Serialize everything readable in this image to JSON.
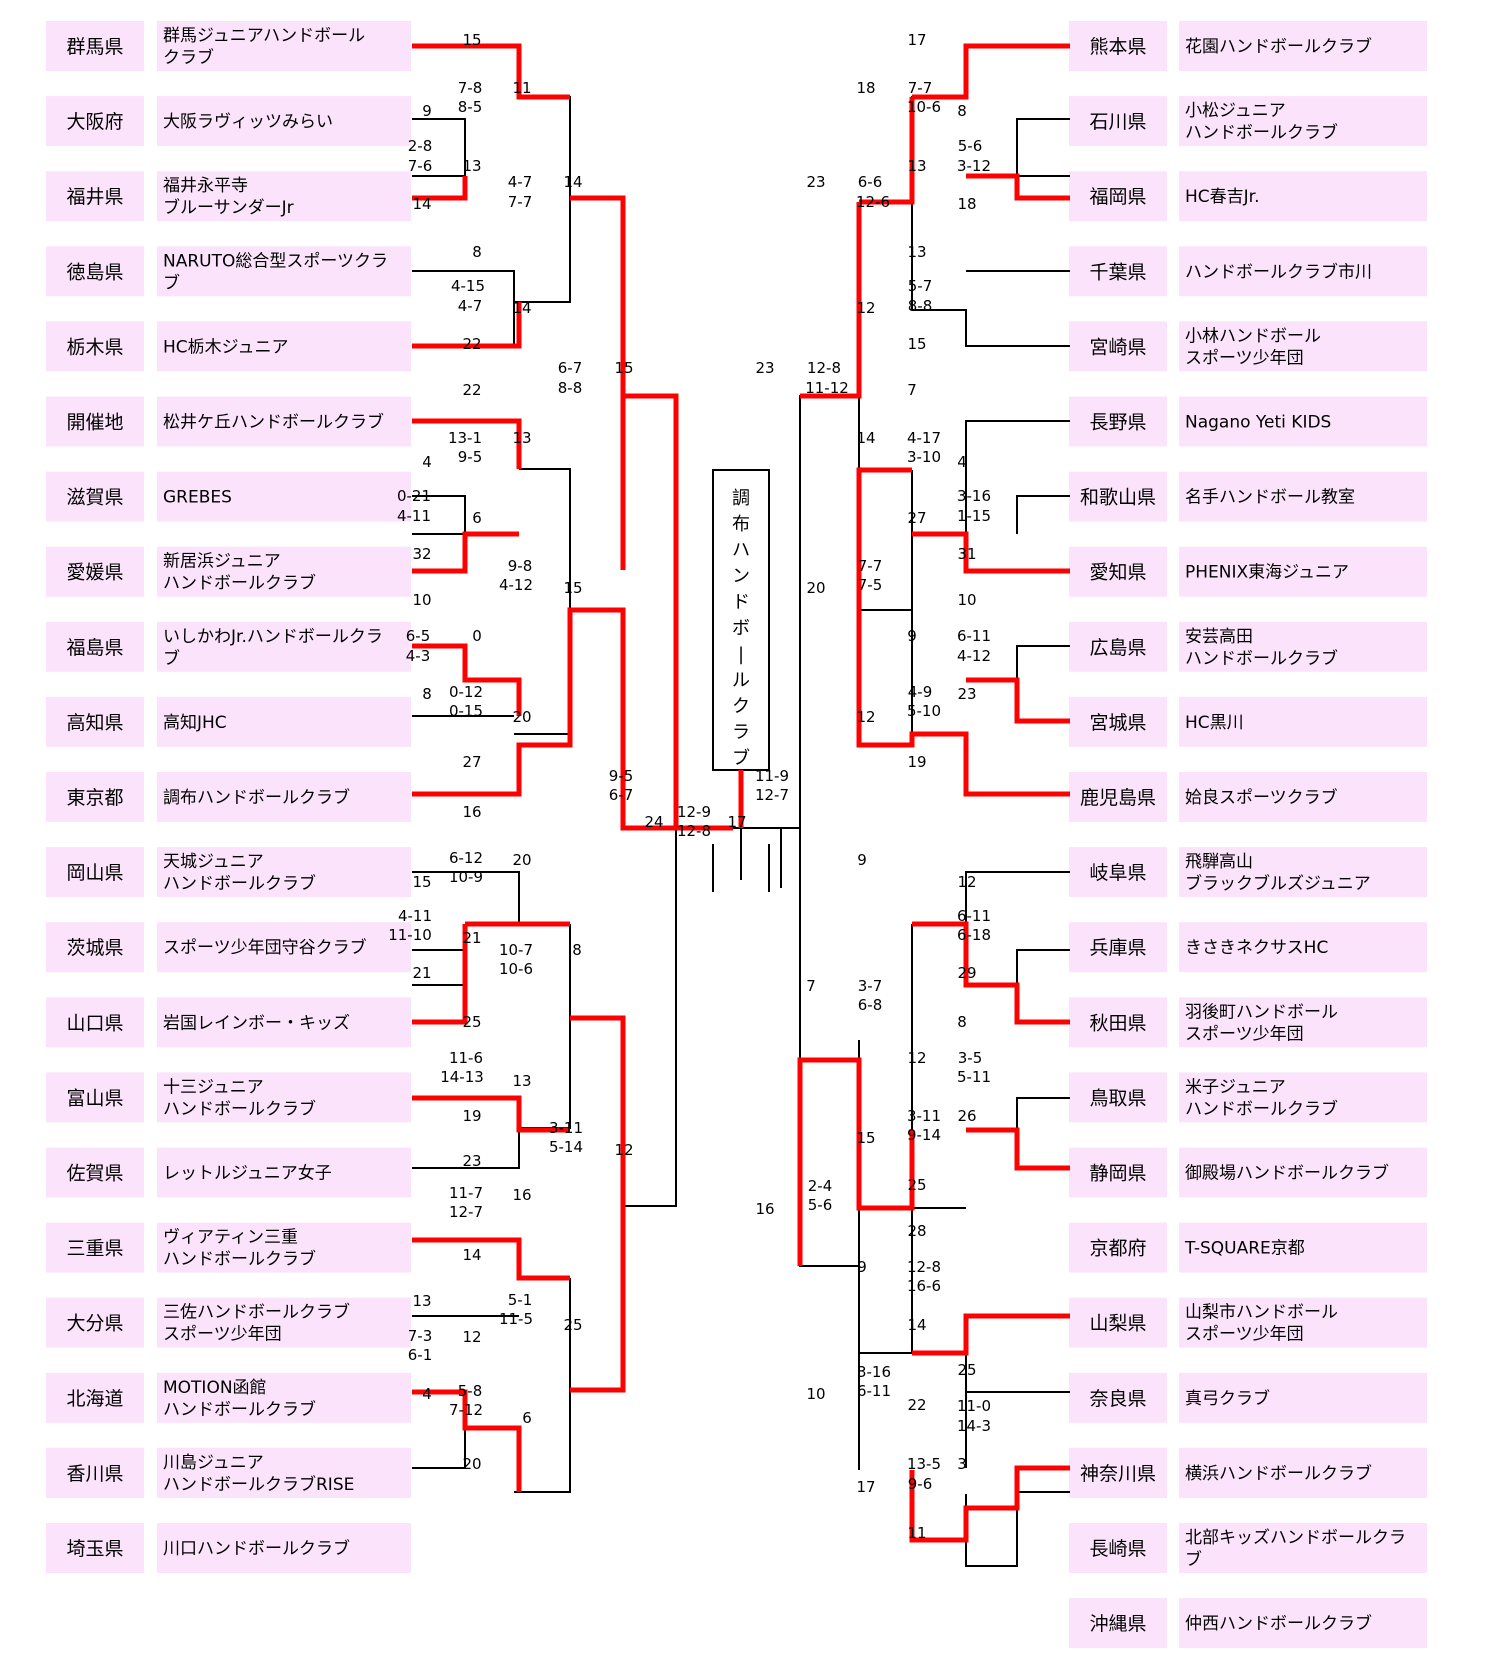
{
  "colors": {
    "box_fill": "#fbe4fb",
    "line": "#000000",
    "winner": "#ff0000"
  },
  "champion": "調布ハンドボールクラブ",
  "teams_left": [
    {
      "pref": "群馬県",
      "club": [
        "群馬ジュニアハンドボール",
        "クラブ"
      ]
    },
    {
      "pref": "大阪府",
      "club": [
        "大阪ラヴィッツみらい"
      ]
    },
    {
      "pref": "福井県",
      "club": [
        "福井永平寺",
        "ブルーサンダーJr"
      ]
    },
    {
      "pref": "徳島県",
      "club": [
        "NARUTO総合型スポーツクラ",
        "ブ"
      ]
    },
    {
      "pref": "栃木県",
      "club": [
        "HC栃木ジュニア"
      ]
    },
    {
      "pref": "開催地",
      "club": [
        "松井ケ丘ハンドボールクラブ"
      ]
    },
    {
      "pref": "滋賀県",
      "club": [
        "GREBES"
      ]
    },
    {
      "pref": "愛媛県",
      "club": [
        "新居浜ジュニア",
        "ハンドボールクラブ"
      ]
    },
    {
      "pref": "福島県",
      "club": [
        "いしかわJr.ハンドボールクラ",
        "ブ"
      ]
    },
    {
      "pref": "高知県",
      "club": [
        "高知JHC"
      ]
    },
    {
      "pref": "東京都",
      "club": [
        "調布ハンドボールクラブ"
      ]
    },
    {
      "pref": "岡山県",
      "club": [
        "天城ジュニア",
        "ハンドボールクラブ"
      ]
    },
    {
      "pref": "茨城県",
      "club": [
        "スポーツ少年団守谷クラブ"
      ]
    },
    {
      "pref": "山口県",
      "club": [
        "岩国レインボー・キッズ"
      ]
    },
    {
      "pref": "富山県",
      "club": [
        "十三ジュニア",
        "ハンドボールクラブ"
      ]
    },
    {
      "pref": "佐賀県",
      "club": [
        "レットルジュニア女子"
      ]
    },
    {
      "pref": "三重県",
      "club": [
        "ヴィアティン三重",
        "ハンドボールクラブ"
      ]
    },
    {
      "pref": "大分県",
      "club": [
        "三佐ハンドボールクラブ",
        "スポーツ少年団"
      ]
    },
    {
      "pref": "北海道",
      "club": [
        "MOTION函館",
        "ハンドボールクラブ"
      ]
    },
    {
      "pref": "香川県",
      "club": [
        "川島ジュニア",
        "ハンドボールクラブRISE"
      ]
    },
    {
      "pref": "埼玉県",
      "club": [
        "川口ハンドボールクラブ"
      ]
    }
  ],
  "teams_right": [
    {
      "pref": "熊本県",
      "club": [
        "花園ハンドボールクラブ"
      ]
    },
    {
      "pref": "石川県",
      "club": [
        "小松ジュニア",
        "ハンドボールクラブ"
      ]
    },
    {
      "pref": "福岡県",
      "club": [
        "HC春吉Jr."
      ]
    },
    {
      "pref": "千葉県",
      "club": [
        "ハンドボールクラブ市川"
      ]
    },
    {
      "pref": "宮崎県",
      "club": [
        "小林ハンドボール",
        "スポーツ少年団"
      ]
    },
    {
      "pref": "長野県",
      "club": [
        "Nagano Yeti KIDS"
      ]
    },
    {
      "pref": "和歌山県",
      "club": [
        "名手ハンドボール教室"
      ]
    },
    {
      "pref": "愛知県",
      "club": [
        "PHENIX東海ジュニア"
      ]
    },
    {
      "pref": "広島県",
      "club": [
        "安芸高田",
        "ハンドボールクラブ"
      ]
    },
    {
      "pref": "宮城県",
      "club": [
        "HC黒川"
      ]
    },
    {
      "pref": "鹿児島県",
      "club": [
        "姶良スポーツクラブ"
      ]
    },
    {
      "pref": "岐阜県",
      "club": [
        "飛騨高山",
        "ブラックブルズジュニア"
      ]
    },
    {
      "pref": "兵庫県",
      "club": [
        "きさきネクサスHC"
      ]
    },
    {
      "pref": "秋田県",
      "club": [
        "羽後町ハンドボール",
        "スポーツ少年団"
      ]
    },
    {
      "pref": "鳥取県",
      "club": [
        "米子ジュニア",
        "ハンドボールクラブ"
      ]
    },
    {
      "pref": "静岡県",
      "club": [
        "御殿場ハンドボールクラブ"
      ]
    },
    {
      "pref": "京都府",
      "club": [
        "T-SQUARE京都"
      ]
    },
    {
      "pref": "山梨県",
      "club": [
        "山梨市ハンドボール",
        "スポーツ少年団"
      ]
    },
    {
      "pref": "奈良県",
      "club": [
        "真弓クラブ"
      ]
    },
    {
      "pref": "神奈川県",
      "club": [
        "横浜ハンドボールクラブ"
      ]
    },
    {
      "pref": "長崎県",
      "club": [
        "北部キッズハンドボールクラ",
        "ブ"
      ]
    },
    {
      "pref": "沖縄県",
      "club": [
        "仲西ハンドボールクラブ"
      ]
    }
  ],
  "score_labels": [
    [
      "15",
      472,
      40
    ],
    [
      "11",
      522,
      88
    ],
    [
      "9",
      427,
      111
    ],
    [
      "13",
      472,
      166
    ],
    [
      "14",
      422,
      204
    ],
    [
      "7-8",
      470,
      88
    ],
    [
      "8-5",
      470,
      107
    ],
    [
      "2-8",
      420,
      146
    ],
    [
      "7-6",
      420,
      166
    ],
    [
      "4-7",
      520,
      182
    ],
    [
      "7-7",
      520,
      202
    ],
    [
      "14",
      573,
      182
    ],
    [
      "8",
      477,
      252
    ],
    [
      "4-15",
      468,
      286
    ],
    [
      "4-7",
      470,
      306
    ],
    [
      "14",
      522,
      308
    ],
    [
      "22",
      472,
      344
    ],
    [
      "6-7",
      570,
      368
    ],
    [
      "8-8",
      570,
      388
    ],
    [
      "15",
      624,
      368
    ],
    [
      "22",
      472,
      390
    ],
    [
      "13",
      522,
      438
    ],
    [
      "13-1",
      465,
      438
    ],
    [
      "9-5",
      470,
      457
    ],
    [
      "4",
      427,
      462
    ],
    [
      "0-21",
      414,
      496
    ],
    [
      "4-11",
      414,
      516
    ],
    [
      "6",
      477,
      518
    ],
    [
      "32",
      422,
      554
    ],
    [
      "9-8",
      520,
      566
    ],
    [
      "4-12",
      516,
      585
    ],
    [
      "15",
      573,
      588
    ],
    [
      "10",
      422,
      600
    ],
    [
      "0",
      477,
      636
    ],
    [
      "6-5",
      418,
      636
    ],
    [
      "4-3",
      418,
      656
    ],
    [
      "8",
      427,
      694
    ],
    [
      "0-12",
      466,
      692
    ],
    [
      "0-15",
      466,
      711
    ],
    [
      "20",
      522,
      717
    ],
    [
      "27",
      472,
      762
    ],
    [
      "9-5",
      621,
      776
    ],
    [
      "6-7",
      621,
      795
    ],
    [
      "24",
      654,
      822
    ],
    [
      "12-9",
      694,
      812
    ],
    [
      "12-8",
      694,
      831
    ],
    [
      "17",
      737,
      822
    ],
    [
      "11-9",
      772,
      776
    ],
    [
      "12-7",
      772,
      795
    ],
    [
      "16",
      472,
      812
    ],
    [
      "20",
      522,
      860
    ],
    [
      "6-12",
      466,
      858
    ],
    [
      "10-9",
      466,
      877
    ],
    [
      "15",
      422,
      882
    ],
    [
      "4-11",
      415,
      916
    ],
    [
      "11-10",
      410,
      935
    ],
    [
      "21",
      472,
      938
    ],
    [
      "21",
      422,
      973
    ],
    [
      "10-7",
      516,
      950
    ],
    [
      "10-6",
      516,
      969
    ],
    [
      "8",
      577,
      950
    ],
    [
      "25",
      472,
      1022
    ],
    [
      "11-6",
      466,
      1058
    ],
    [
      "14-13",
      462,
      1077
    ],
    [
      "13",
      522,
      1081
    ],
    [
      "19",
      472,
      1116
    ],
    [
      "3-11",
      566,
      1128
    ],
    [
      "5-14",
      566,
      1147
    ],
    [
      "12",
      624,
      1150
    ],
    [
      "23",
      472,
      1161
    ],
    [
      "16",
      522,
      1195
    ],
    [
      "11-7",
      466,
      1193
    ],
    [
      "12-7",
      466,
      1212
    ],
    [
      "14",
      472,
      1255
    ],
    [
      "5-1",
      520,
      1300
    ],
    [
      "11-5",
      516,
      1319
    ],
    [
      "25",
      573,
      1325
    ],
    [
      "13",
      422,
      1301
    ],
    [
      "12",
      472,
      1337
    ],
    [
      "7-3",
      420,
      1336
    ],
    [
      "6-1",
      420,
      1355
    ],
    [
      "4",
      427,
      1394
    ],
    [
      "5-8",
      470,
      1391
    ],
    [
      "7-12",
      466,
      1410
    ],
    [
      "6",
      527,
      1418
    ],
    [
      "20",
      472,
      1464
    ],
    [
      "17",
      917,
      40
    ],
    [
      "18",
      866,
      88
    ],
    [
      "7-7",
      920,
      88
    ],
    [
      "10-6",
      924,
      107
    ],
    [
      "8",
      962,
      111
    ],
    [
      "5-6",
      970,
      146
    ],
    [
      "3-12",
      974,
      166
    ],
    [
      "13",
      917,
      166
    ],
    [
      "18",
      967,
      204
    ],
    [
      "23",
      816,
      182
    ],
    [
      "6-6",
      870,
      182
    ],
    [
      "12-6",
      873,
      202
    ],
    [
      "13",
      917,
      252
    ],
    [
      "5-7",
      920,
      286
    ],
    [
      "8-8",
      920,
      306
    ],
    [
      "12",
      866,
      308
    ],
    [
      "15",
      917,
      344
    ],
    [
      "23",
      765,
      368
    ],
    [
      "12-8",
      824,
      368
    ],
    [
      "11-12",
      827,
      388
    ],
    [
      "7",
      912,
      390
    ],
    [
      "14",
      866,
      438
    ],
    [
      "4-17",
      924,
      438
    ],
    [
      "3-10",
      924,
      457
    ],
    [
      "4",
      962,
      462
    ],
    [
      "3-16",
      974,
      496
    ],
    [
      "1-15",
      974,
      516
    ],
    [
      "27",
      917,
      518
    ],
    [
      "31",
      967,
      554
    ],
    [
      "7-7",
      870,
      566
    ],
    [
      "7-5",
      870,
      585
    ],
    [
      "20",
      816,
      588
    ],
    [
      "10",
      967,
      600
    ],
    [
      "9",
      912,
      636
    ],
    [
      "6-11",
      974,
      636
    ],
    [
      "4-12",
      974,
      656
    ],
    [
      "23",
      967,
      694
    ],
    [
      "4-9",
      920,
      692
    ],
    [
      "5-10",
      924,
      711
    ],
    [
      "12",
      866,
      717
    ],
    [
      "19",
      917,
      762
    ],
    [
      "9",
      862,
      860
    ],
    [
      "12",
      967,
      882
    ],
    [
      "6-11",
      974,
      916
    ],
    [
      "6-18",
      974,
      935
    ],
    [
      "29",
      967,
      973
    ],
    [
      "7",
      811,
      986
    ],
    [
      "3-7",
      870,
      986
    ],
    [
      "6-8",
      870,
      1005
    ],
    [
      "8",
      962,
      1022
    ],
    [
      "3-5",
      970,
      1058
    ],
    [
      "5-11",
      974,
      1077
    ],
    [
      "12",
      917,
      1058
    ],
    [
      "26",
      967,
      1116
    ],
    [
      "3-11",
      924,
      1116
    ],
    [
      "9-14",
      924,
      1135
    ],
    [
      "15",
      866,
      1138
    ],
    [
      "25",
      917,
      1185
    ],
    [
      "2-4",
      820,
      1186
    ],
    [
      "5-6",
      820,
      1205
    ],
    [
      "16",
      765,
      1209
    ],
    [
      "28",
      917,
      1231
    ],
    [
      "9",
      862,
      1267
    ],
    [
      "12-8",
      924,
      1267
    ],
    [
      "16-6",
      924,
      1286
    ],
    [
      "14",
      917,
      1325
    ],
    [
      "3-16",
      874,
      1372
    ],
    [
      "6-11",
      874,
      1391
    ],
    [
      "10",
      816,
      1394
    ],
    [
      "25",
      967,
      1370
    ],
    [
      "11-0",
      974,
      1406
    ],
    [
      "14-3",
      974,
      1426
    ],
    [
      "22",
      917,
      1405
    ],
    [
      "3",
      962,
      1464
    ],
    [
      "13-5",
      924,
      1464
    ],
    [
      "9-6",
      920,
      1484
    ],
    [
      "17",
      866,
      1487
    ],
    [
      "11",
      917,
      1533
    ]
  ]
}
